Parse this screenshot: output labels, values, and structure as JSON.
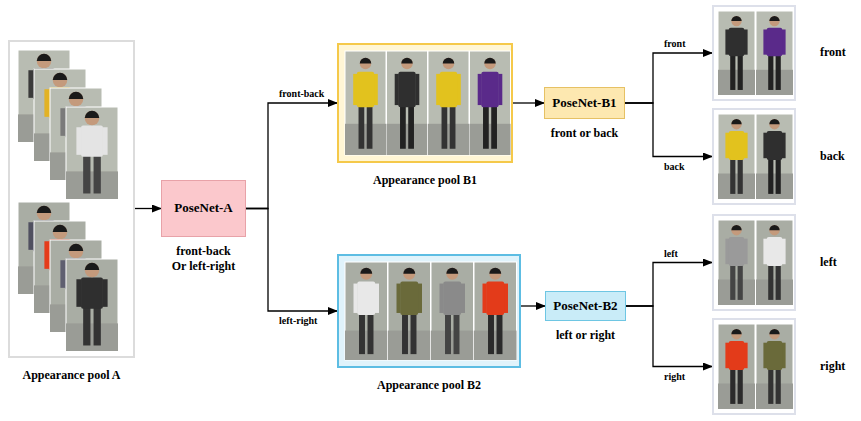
{
  "diagram": {
    "nodes": [
      {
        "text": [
          "Appearance pool A"
        ]
      },
      {
        "text": [
          "PoseNet-A",
          "front-back Or left-right"
        ]
      },
      {
        "text": [
          "Appearance pool B1"
        ]
      },
      {
        "text": [
          "PoseNet-B1",
          "front or back"
        ]
      },
      {
        "text": [
          "Appearance pool B2"
        ]
      },
      {
        "text": [
          "PoseNet-B2",
          "left or right"
        ]
      },
      {
        "text": [
          "front"
        ]
      },
      {
        "text": [
          "back"
        ]
      },
      {
        "text": [
          "left"
        ]
      },
      {
        "text": [
          "right"
        ]
      }
    ],
    "edges": [
      {
        "from": 0,
        "to": 1,
        "arrow": "to"
      },
      {
        "from": 1,
        "to": 2,
        "label": "front-back",
        "arrow": "to"
      },
      {
        "from": 1,
        "to": 4,
        "label": "left-right",
        "arrow": "to"
      },
      {
        "from": 2,
        "to": 3,
        "arrow": "to"
      },
      {
        "from": 3,
        "to": 6,
        "label": "front",
        "arrow": "to"
      },
      {
        "from": 3,
        "to": 7,
        "label": "back",
        "arrow": "to"
      },
      {
        "from": 4,
        "to": 5,
        "arrow": "to"
      },
      {
        "from": 5,
        "to": 8,
        "label": "left",
        "arrow": "to"
      },
      {
        "from": 5,
        "to": 9,
        "label": "right",
        "arrow": "to"
      }
    ]
  }
}
